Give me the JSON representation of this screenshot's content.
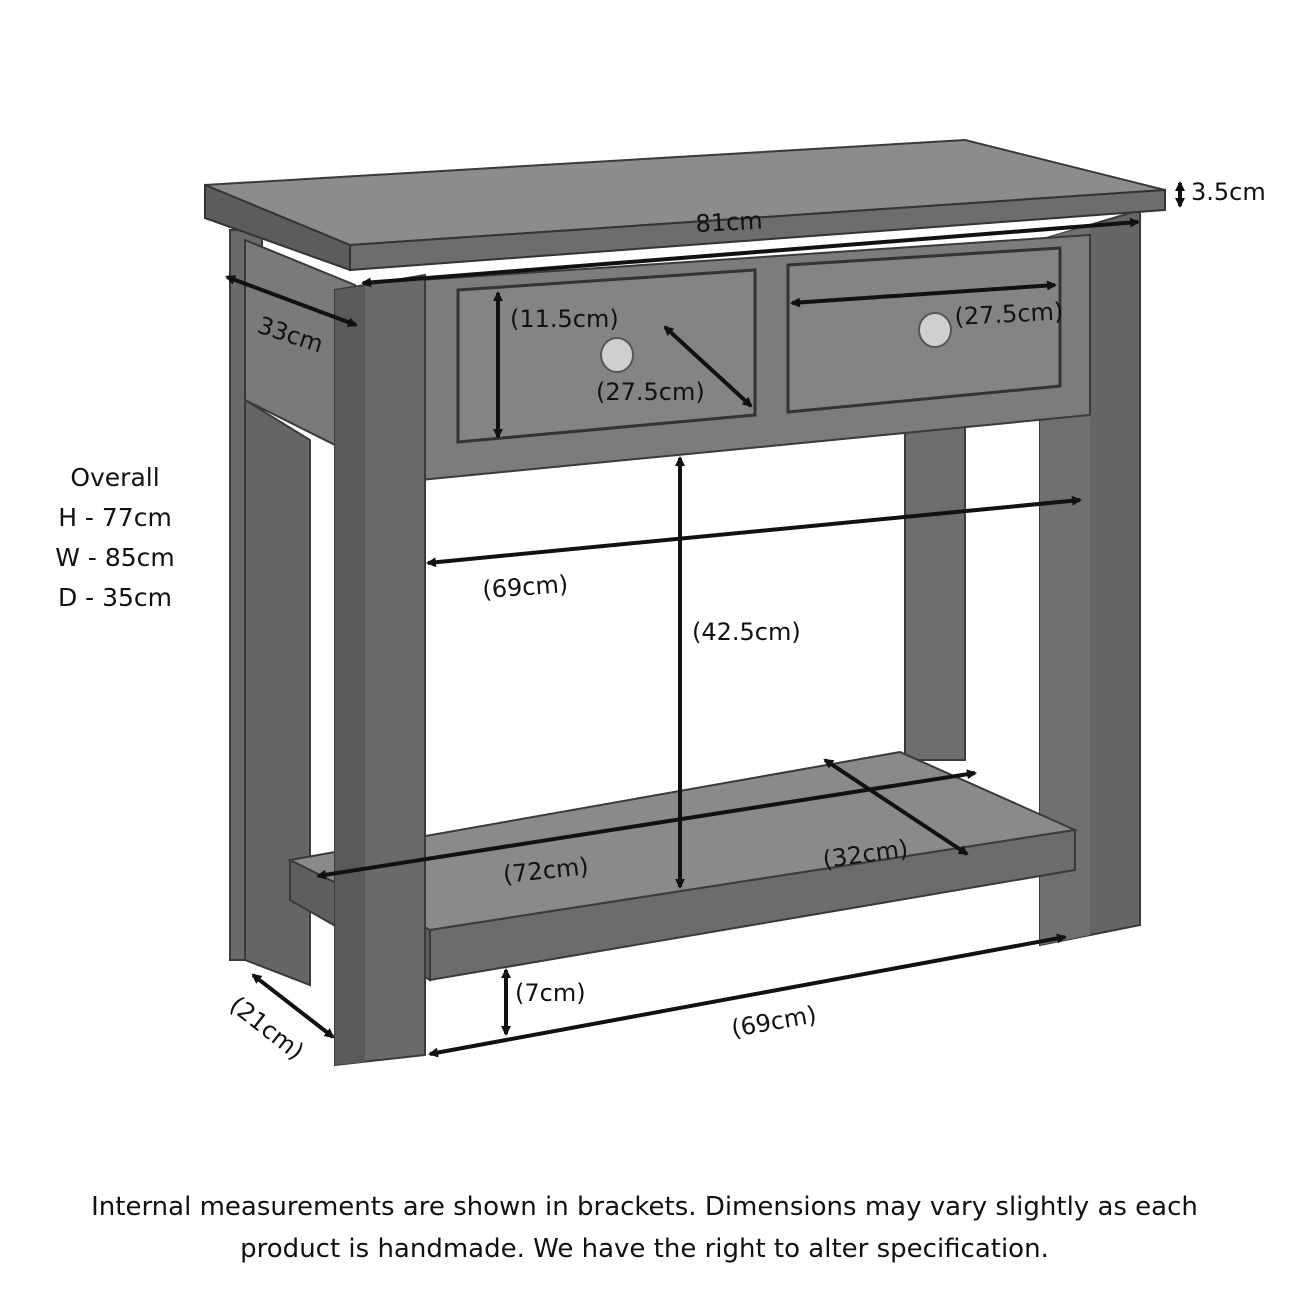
{
  "overall": {
    "heading": "Overall",
    "height": "H - 77cm",
    "width": "W - 85cm",
    "depth": "D - 35cm"
  },
  "dimensions": {
    "top_thickness": "3.5cm",
    "top_width": "81cm",
    "top_depth": "33cm",
    "drawer_height": "(11.5cm)",
    "drawer_depth": "(27.5cm)",
    "drawer_width": "(27.5cm)",
    "frame_width": "(69cm)",
    "leg_clearance": "(42.5cm)",
    "shelf_width": "(72cm)",
    "shelf_depth": "(32cm)",
    "shelf_clearance": "(7cm)",
    "base_width": "(69cm)",
    "base_depth": "(21cm)"
  },
  "footnote": {
    "line1": "Internal measurements are shown in brackets. Dimensions may vary slightly as each",
    "line2": "product is handmade. We have the right to alter specification."
  },
  "colors": {
    "wood_light": "#8e8e8e",
    "wood_mid": "#6f6f6f",
    "wood_dark": "#4f4f4f",
    "wood_shadow": "#3c3c3c",
    "arrow": "#111111"
  }
}
